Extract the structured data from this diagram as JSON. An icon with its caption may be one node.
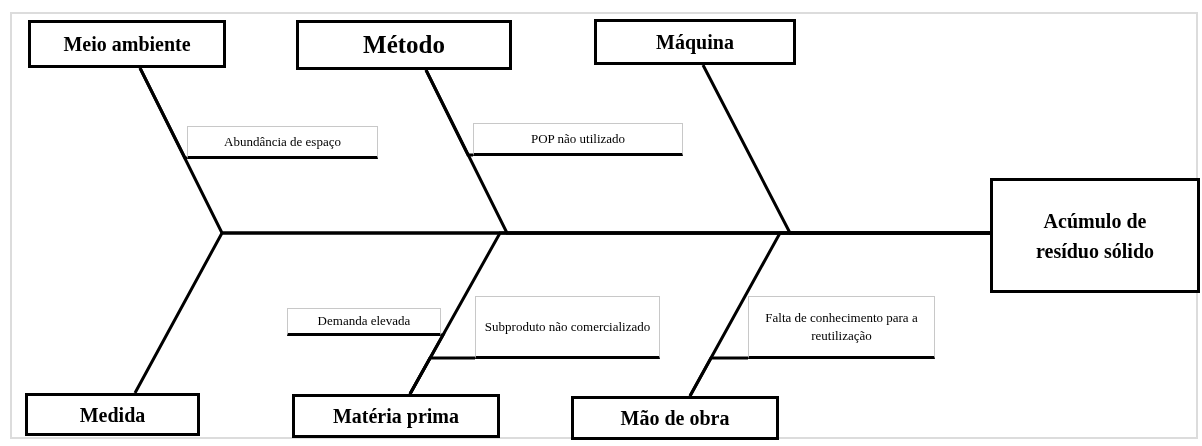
{
  "diagram": {
    "nodes": [
      {
        "text": [
          "Meio ambiente"
        ]
      },
      {
        "text": [
          "Método"
        ]
      },
      {
        "text": [
          "Máquina"
        ]
      },
      {
        "text": [
          "Abundância de espaço"
        ]
      },
      {
        "text": [
          "POP não utilizado"
        ]
      },
      {
        "text": [
          "Acúmulo de resíduo sólido"
        ]
      },
      {
        "text": [
          "Demanda elevada"
        ]
      },
      {
        "text": [
          "Subproduto não comercializado"
        ]
      },
      {
        "text": [
          "Falta de conhecimento para a reutilização"
        ]
      },
      {
        "text": [
          "Medida"
        ]
      },
      {
        "text": [
          "Matéria prima"
        ]
      },
      {
        "text": [
          "Mão de obra"
        ]
      }
    ],
    "edges": [
      {
        "from": 0,
        "to": 5,
        "arrow": "none"
      },
      {
        "from": 1,
        "to": 5,
        "arrow": "none"
      },
      {
        "from": 2,
        "to": 5,
        "arrow": "none"
      },
      {
        "from": 9,
        "to": 5,
        "arrow": "none"
      },
      {
        "from": 10,
        "to": 5,
        "arrow": "none"
      },
      {
        "from": 11,
        "to": 5,
        "arrow": "none"
      },
      {
        "from": 3,
        "to": 0,
        "arrow": "none"
      },
      {
        "from": 4,
        "to": 1,
        "arrow": "none"
      },
      {
        "from": 6,
        "to": 10,
        "arrow": "none"
      },
      {
        "from": 7,
        "to": 10,
        "arrow": "none"
      },
      {
        "from": 8,
        "to": 11,
        "arrow": "none"
      }
    ]
  }
}
